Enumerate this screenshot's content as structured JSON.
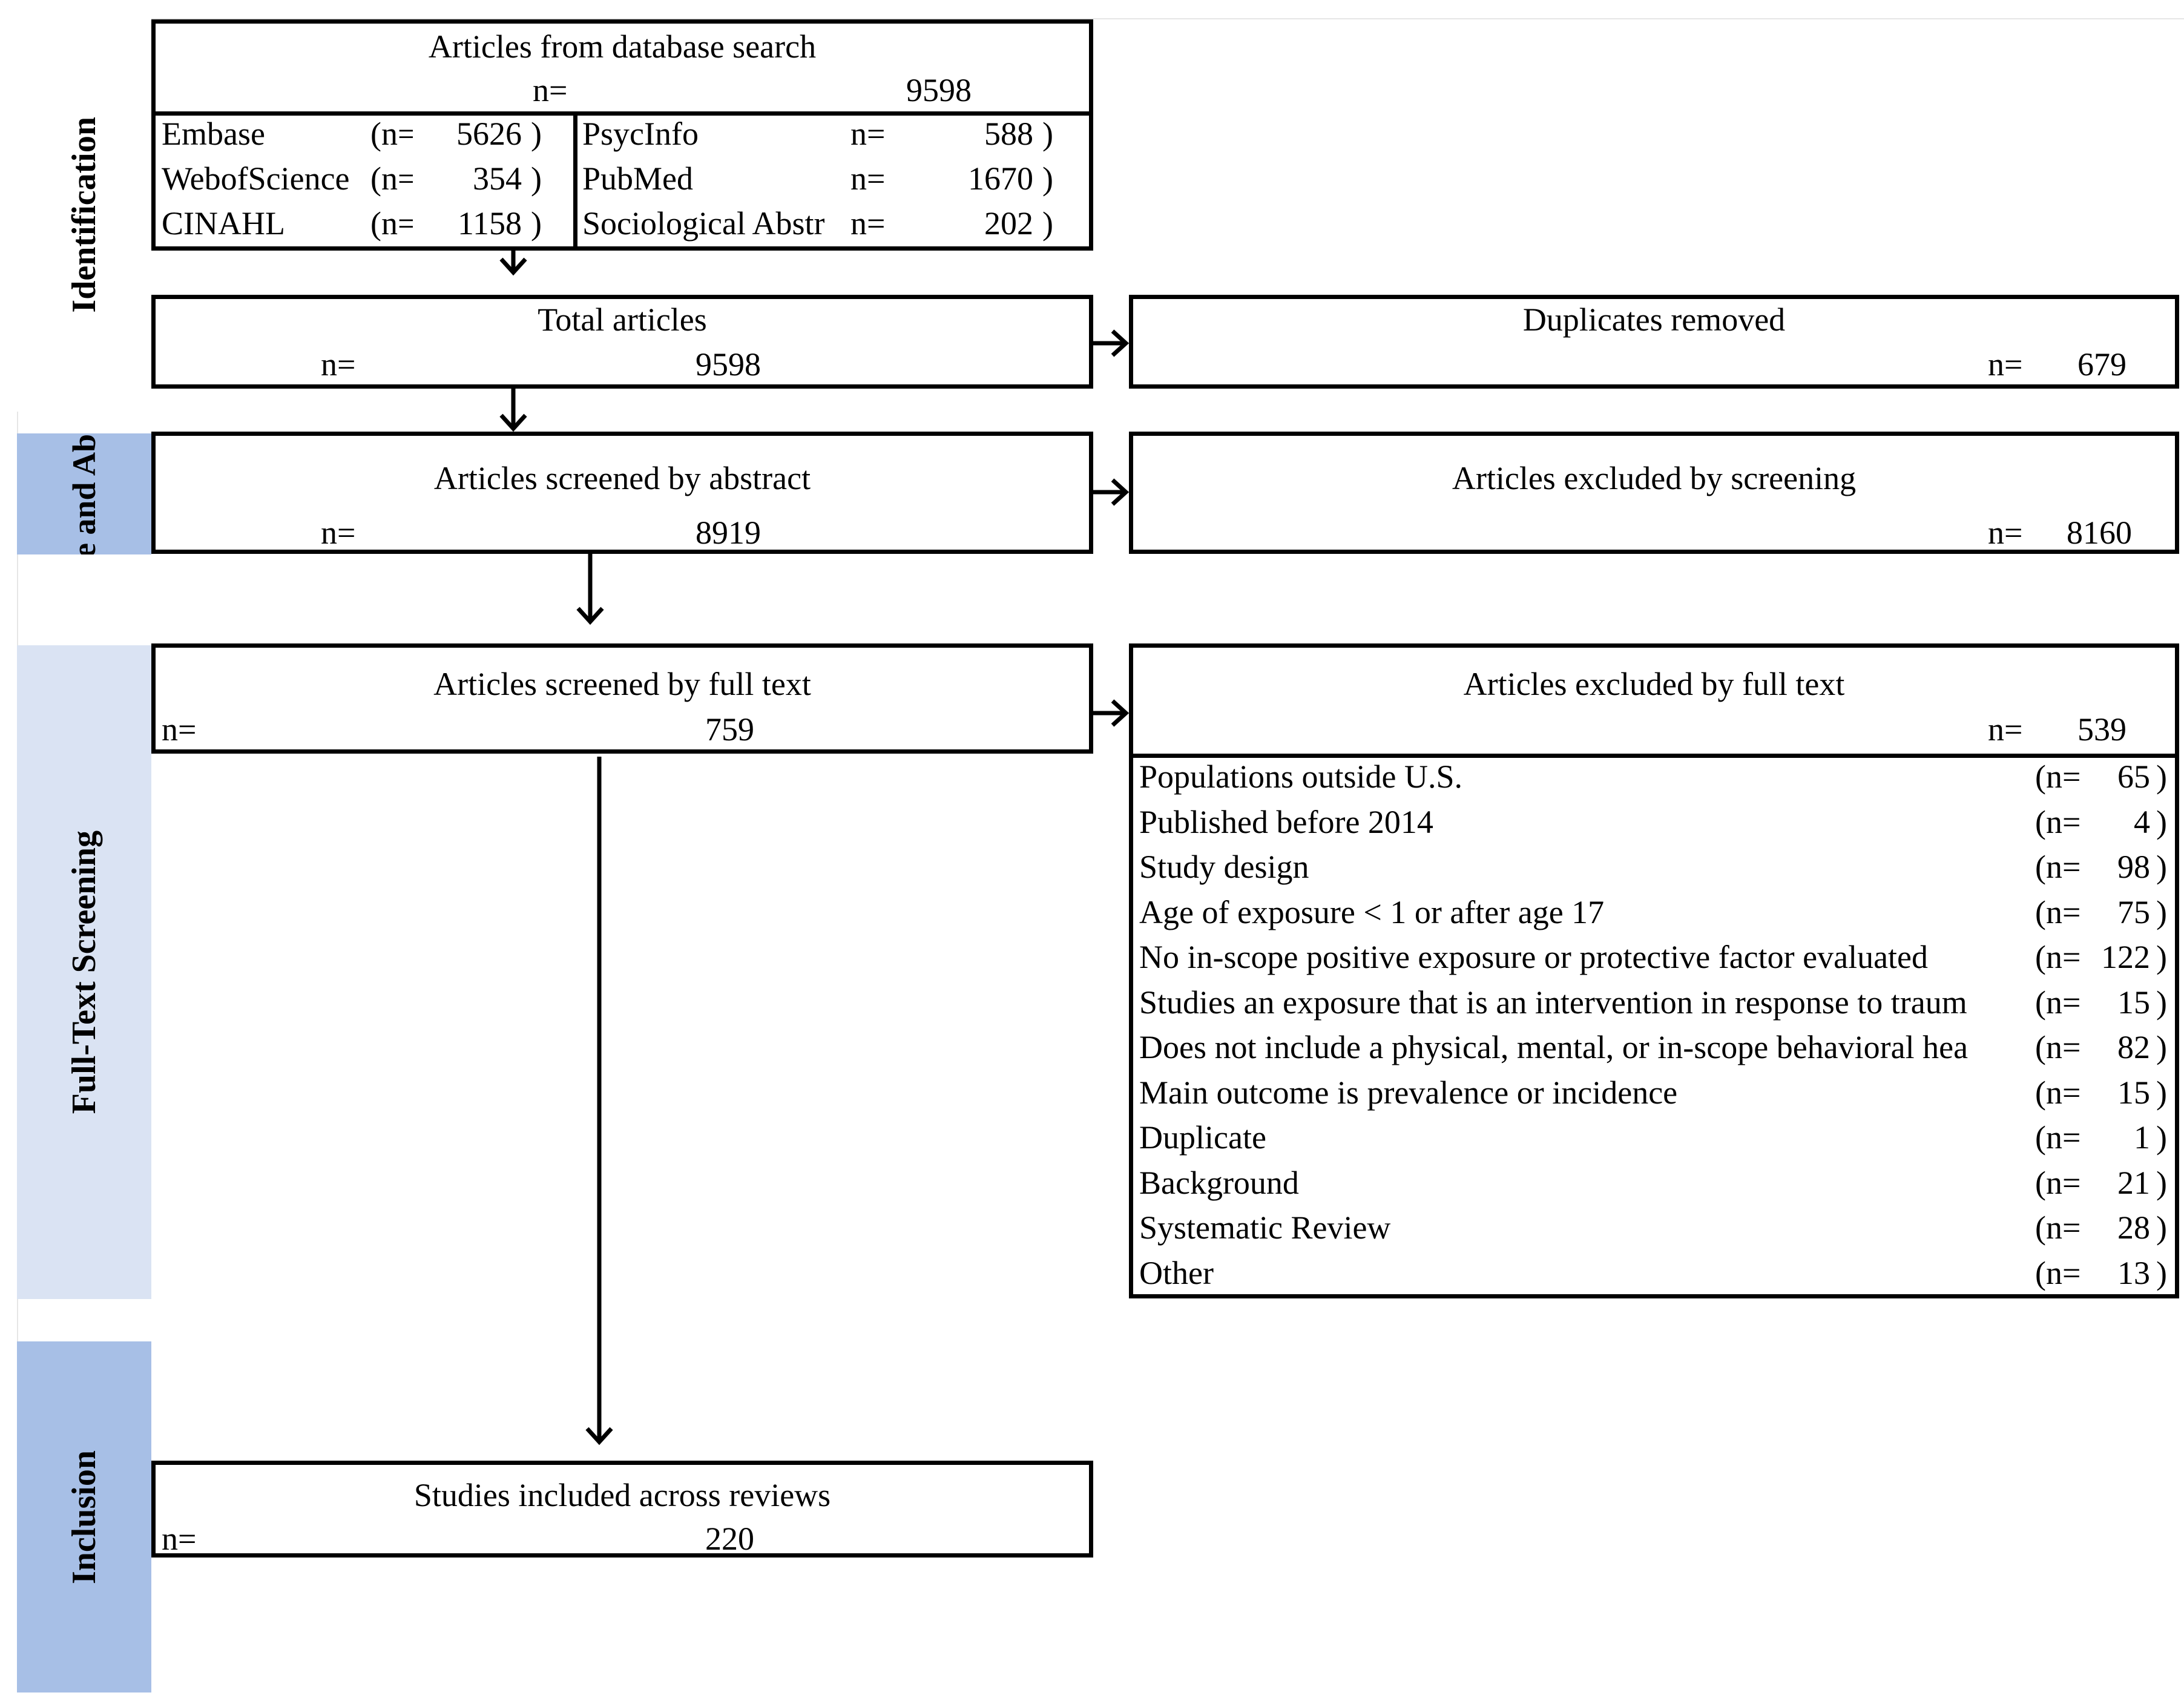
{
  "stages": {
    "identification": "Identification",
    "title_abstract": "Title and Abstra",
    "full_text": "Full-Text Screening",
    "inclusion": "Inclusion"
  },
  "search": {
    "title": "Articles from database search",
    "n_label": "n=",
    "n": "9598",
    "databases_left": [
      {
        "name": "Embase",
        "n_label": "(n=",
        "n": "5626",
        "close": ")"
      },
      {
        "name": "WebofScience",
        "n_label": "(n=",
        "n": "354",
        "close": ")"
      },
      {
        "name": "CINAHL",
        "n_label": "(n=",
        "n": "1158",
        "close": ")"
      }
    ],
    "databases_right": [
      {
        "name": "PsycInfo",
        "n_label": "n=",
        "n": "588",
        "close": ")"
      },
      {
        "name": "PubMed",
        "n_label": "n=",
        "n": "1670",
        "close": ")"
      },
      {
        "name": "Sociological Abstr",
        "n_label": "n=",
        "n": "202",
        "close": ")"
      }
    ]
  },
  "total": {
    "title": "Total articles",
    "n_label": "n=",
    "n": "9598"
  },
  "duplicates": {
    "title": "Duplicates removed",
    "n_label": "n=",
    "n": "679"
  },
  "abstract_screen": {
    "title": "Articles screened by abstract",
    "n_label": "n=",
    "n": "8919"
  },
  "abstract_excluded": {
    "title": "Articles excluded by screening",
    "n_label": "n=",
    "n": "8160"
  },
  "fulltext_screen": {
    "title": "Articles screened by full text",
    "n_label": "n=",
    "n": "759"
  },
  "fulltext_excluded": {
    "title": "Articles excluded by full text",
    "n_label": "n=",
    "n": "539",
    "reasons": [
      {
        "label": "Populations outside U.S.",
        "n_label": "(n=",
        "n": "65",
        "close": ")"
      },
      {
        "label": "Published before 2014",
        "n_label": "(n=",
        "n": "4",
        "close": ")"
      },
      {
        "label": "Study design",
        "n_label": "(n=",
        "n": "98",
        "close": ")"
      },
      {
        "label": "Age of exposure < 1 or after age 17",
        "n_label": "(n=",
        "n": "75",
        "close": ")"
      },
      {
        "label": "No in-scope positive exposure or protective factor evaluated",
        "n_label": "(n=",
        "n": "122",
        "close": ")"
      },
      {
        "label": "Studies an exposure that is an intervention in response to traum",
        "n_label": "(n=",
        "n": "15",
        "close": ")"
      },
      {
        "label": "Does not include a physical, mental, or in-scope behavioral hea",
        "n_label": "(n=",
        "n": "82",
        "close": ")"
      },
      {
        "label": "Main outcome is prevalence or incidence",
        "n_label": "(n=",
        "n": "15",
        "close": ")"
      },
      {
        "label": "Duplicate",
        "n_label": "(n=",
        "n": "1",
        "close": ")"
      },
      {
        "label": "Background",
        "n_label": "(n=",
        "n": "21",
        "close": ")"
      },
      {
        "label": "Systematic Review",
        "n_label": "(n=",
        "n": "28",
        "close": ")"
      },
      {
        "label": "Other",
        "n_label": "(n=",
        "n": "13",
        "close": ")"
      }
    ]
  },
  "included": {
    "title": "Studies included across reviews",
    "n_label": "n=",
    "n": "220"
  }
}
